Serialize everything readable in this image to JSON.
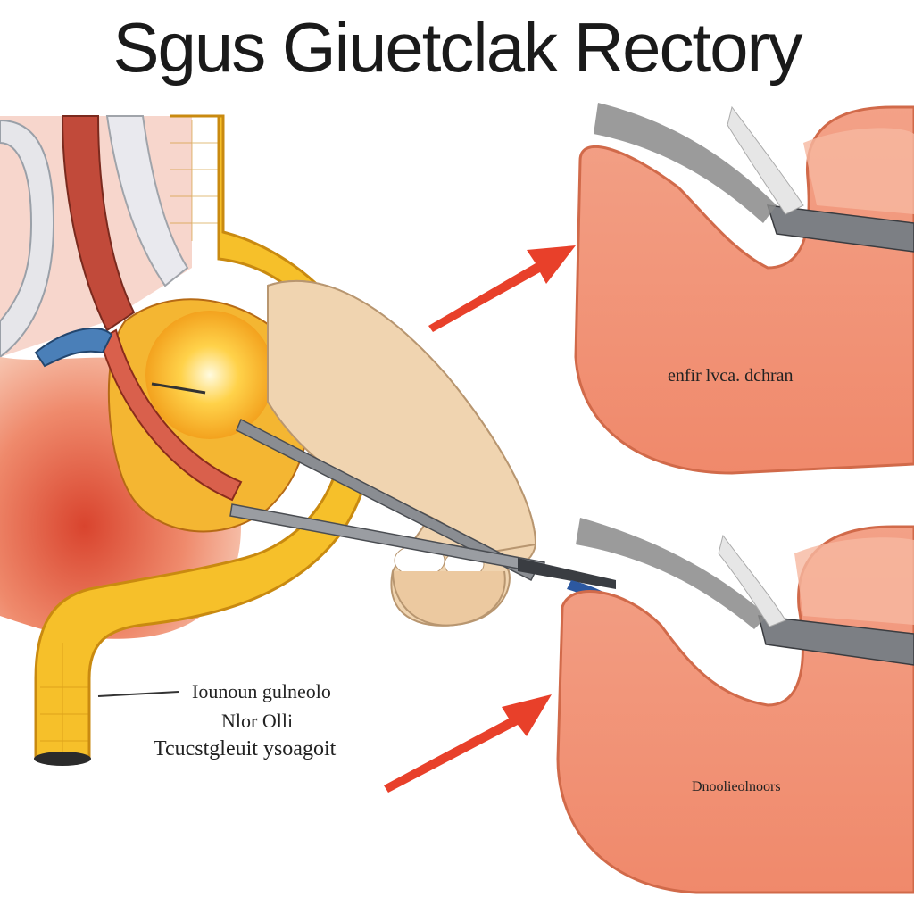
{
  "title": "Sgus Giuetclak Rectory",
  "labels": {
    "upper_right_caption": "enfir lvca. dchran",
    "lower_right_caption": "Dnoolieolnoors",
    "callout_line1": "Iounoun gulneolo",
    "callout_line2": "Nlor Olli",
    "callout_line3": "Tcucstgleuit ysoagoit"
  },
  "colors": {
    "stomach_yellow": "#f6c02a",
    "tissue_orange": "#f0957a",
    "tissue_light": "#f6b8a0",
    "arrow_red": "#e8402a",
    "instrument_gray": "#7c7f84",
    "hand_skin": "#f0d4b0"
  },
  "icons": [
    "red-arrow-icon",
    "surgical-instrument-icon",
    "hand-icon"
  ]
}
